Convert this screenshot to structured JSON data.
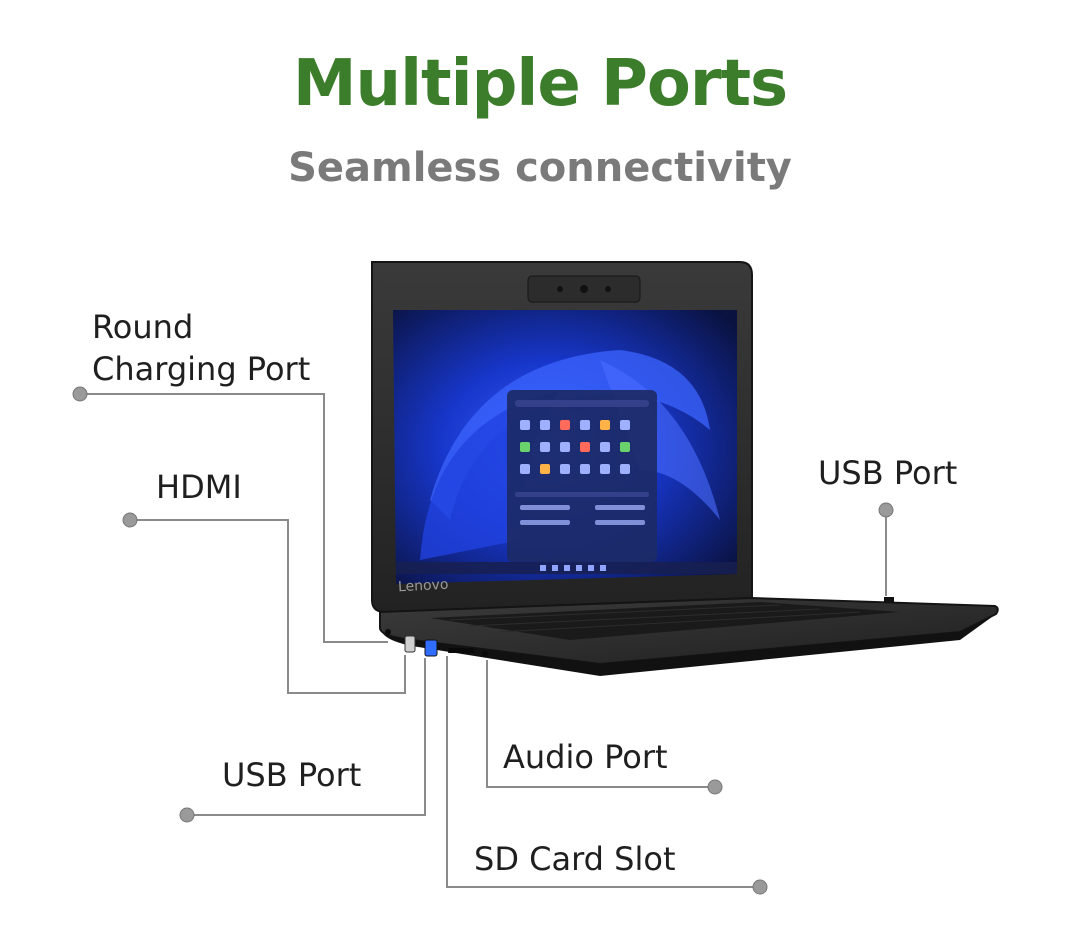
{
  "header": {
    "title": "Multiple Ports",
    "subtitle": "Seamless connectivity"
  },
  "device": {
    "brand": "Lenovo"
  },
  "callouts": {
    "round_charging": [
      "Round",
      "Charging Port"
    ],
    "hdmi": "HDMI",
    "usb_right": "USB Port",
    "usb_left": "USB Port",
    "audio": "Audio Port",
    "sd_card": "SD Card Slot"
  },
  "colors": {
    "title": "#3b7d2a",
    "subtitle": "#7a7a7a",
    "leader_line": "#8a8a8a",
    "screen_accent": "#2f5cff"
  }
}
